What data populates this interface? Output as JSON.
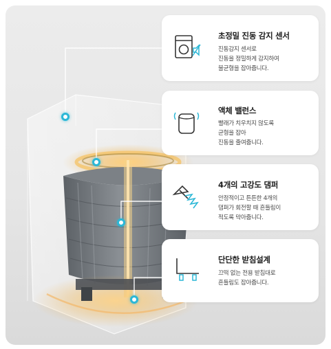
{
  "features": [
    {
      "icon": "washer-sensor-icon",
      "title": "초정밀 진동 감지 센서",
      "lines": [
        "진동감지 센서로",
        "진동을 정밀하게 감지하여",
        "불균형을 잡아줍니다."
      ]
    },
    {
      "icon": "liquid-balancer-icon",
      "title": "액체 밸런스",
      "lines": [
        "빨래가 치우치지 않도록",
        "균형을 잡아",
        "진동을 줄여줍니다."
      ]
    },
    {
      "icon": "spring-damper-icon",
      "title": "4개의 고강도 댐퍼",
      "lines": [
        "안정적이고 튼튼한 4개의",
        "댐퍼가 회전할 때 흔들림이",
        "적도록 막아줍니다."
      ]
    },
    {
      "icon": "support-leg-icon",
      "title": "단단한 받침설계",
      "lines": [
        "끄떡 없는 전용 받침대로",
        "흔들림도 잡아줍니다."
      ]
    }
  ],
  "colors": {
    "accent": "#2bb7d6",
    "glow": "#f0b24a",
    "drum": "#6f7479",
    "card_bg": "#ffffff",
    "title_text": "#1e1e1e",
    "body_text": "#4a4a4a"
  }
}
